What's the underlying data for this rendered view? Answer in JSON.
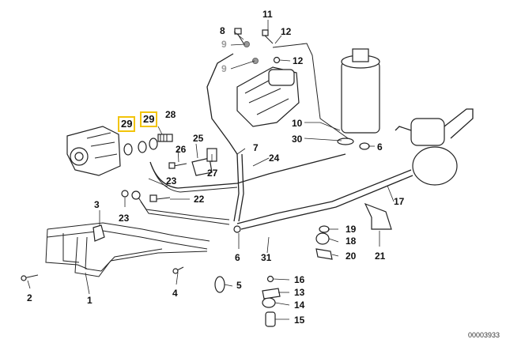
{
  "document_number": "00003933",
  "highlight_color": "#f2c40a",
  "labels": {
    "l1": "1",
    "l2": "2",
    "l3": "3",
    "l4": "4",
    "l5": "5",
    "l6a": "6",
    "l6b": "6",
    "l7": "7",
    "l8": "8",
    "l9a": "9",
    "l9b": "9",
    "l10": "10",
    "l11": "11",
    "l12a": "12",
    "l12b": "12",
    "l13": "13",
    "l14": "14",
    "l15": "15",
    "l16": "16",
    "l17": "17",
    "l18": "18",
    "l19": "19",
    "l20": "20",
    "l21": "21",
    "l22": "22",
    "l23a": "23",
    "l23b": "23",
    "l24": "24",
    "l25": "25",
    "l26": "26",
    "l27": "27",
    "l28": "28",
    "l29a": "29",
    "l29b": "29",
    "l30": "30",
    "l31": "31"
  }
}
